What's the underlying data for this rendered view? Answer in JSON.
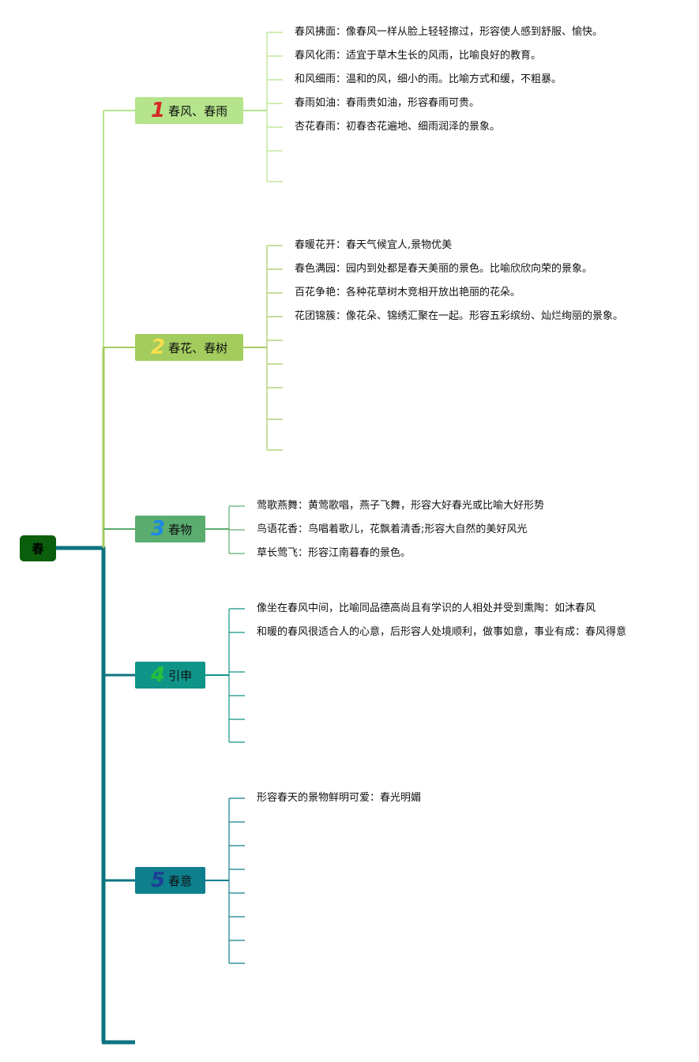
{
  "root": {
    "label": "春",
    "color": "#0b5e0b"
  },
  "branches": [
    {
      "number": "1",
      "label": "春风、春雨",
      "bg": "#b5e48c",
      "numColor": "#d62828",
      "lineColor": "#b5e48c",
      "leaves": [
        "春风拂面：像春风一样从脸上轻轻擦过，形容使人感到舒服、愉快。",
        "春风化雨：适宜于草木生长的风雨，比喻良好的教育。",
        "和风细雨：温和的风，细小的雨。比喻方式和缓，不粗暴。",
        "春雨如油：春雨贵如油，形容春雨可贵。",
        "杏花春雨：初春杏花遍地、细雨润泽的景象。"
      ]
    },
    {
      "number": "2",
      "label": "春花、春树",
      "bg": "#a3cc5e",
      "numColor": "#f6e04b",
      "lineColor": "#a3cc5e",
      "leaves": [
        "春暖花开：春天气候宜人,景物优美",
        "春色满园：园内到处都是春天美丽的景色。比喻欣欣向荣的景象。",
        "百花争艳：各种花草树木竞相开放出艳丽的花朵。",
        "花团锦簇：像花朵、锦绣汇聚在一起。形容五彩缤纷、灿烂绚丽的景象。"
      ]
    },
    {
      "number": "3",
      "label": "春物",
      "bg": "#5aad6f",
      "numColor": "#1e88e5",
      "lineColor": "#5aad6f",
      "leaves": [
        "莺歌燕舞：黄莺歌唱，燕子飞舞，形容大好春光或比喻大好形势",
        "鸟语花香：鸟唱着歌儿，花飘着清香;形容大自然的美好风光",
        "草长莺飞：形容江南暮春的景色。"
      ]
    },
    {
      "number": "4",
      "label": "引申",
      "bg": "#0f9488",
      "numColor": "#27c23b",
      "lineColor": "#0f9488",
      "leaves": [
        "像坐在春风中间，比喻同品德高尚且有学识的人相处并受到熏陶：如沐春风",
        "和暖的春风很适合人的心意，后形容人处境顺利，做事如意，事业有成：春风得意"
      ]
    },
    {
      "number": "5",
      "label": "春意",
      "bg": "#0e7f8c",
      "numColor": "#1c3f94",
      "lineColor": "#0e7f8c",
      "leaves": [
        "形容春天的景物鲜明可爱：春光明媚"
      ]
    }
  ],
  "trunkColor": "#0d7380"
}
